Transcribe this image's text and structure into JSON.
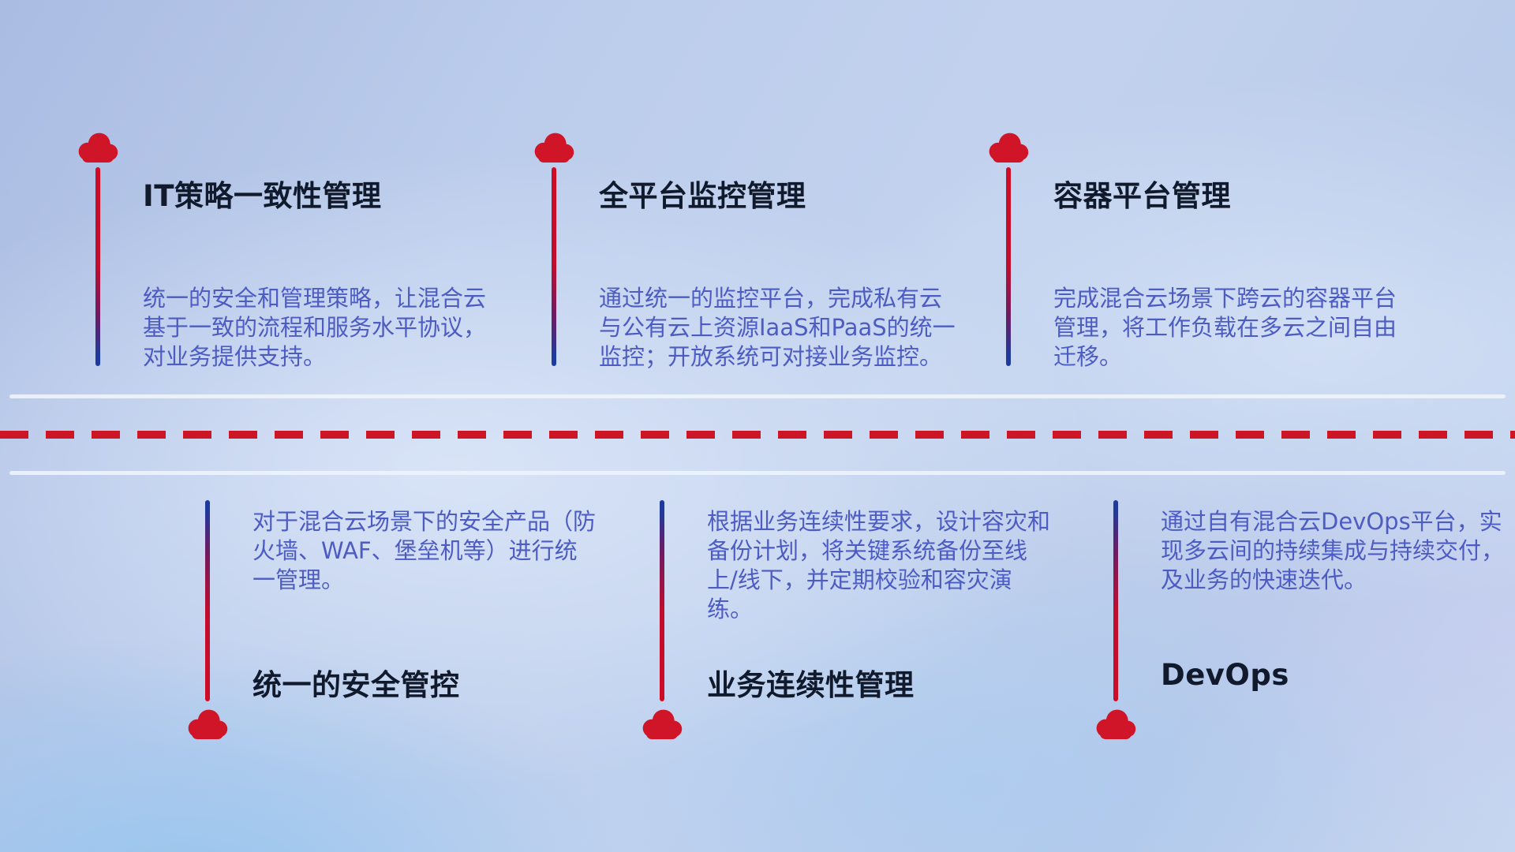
{
  "top_items": [
    {
      "title": "IT策略一致性管理",
      "desc": "统一的安全和管理策略，让混合云基于一致的流程和服务水平协议，对业务提供支持。"
    },
    {
      "title": "全平台监控管理",
      "desc": "通过统一的监控平台，完成私有云与公有云上资源IaaS和PaaS的统一监控；开放系统可对接业务监控。"
    },
    {
      "title": "容器平台管理",
      "desc": "完成混合云场景下跨云的容器平台管理，将工作负载在多云之间自由迁移。"
    }
  ],
  "bottom_items": [
    {
      "title": "统一的安全管控",
      "desc": "对于混合云场景下的安全产品（防火墙、WAF、堡垒机等）进行统一管理。"
    },
    {
      "title": "业务连续性管理",
      "desc": "根据业务连续性要求，设计容灾和备份计划，将关键系统备份至线上/线下，并定期校验和容灾演练。"
    },
    {
      "title": "DevOps",
      "desc": "通过自有混合云DevOps平台，实现多云间的持续集成与持续交付，及业务的快速迭代。"
    }
  ],
  "colors": {
    "cloud_red": "#cf1527",
    "dash_red": "#cc1626",
    "connector_red": "#d00b24",
    "connector_blue": "#1e3a9e",
    "title_color": "#101a2c",
    "desc_color": "#4d5cc2",
    "divider_light": "#edf3fc",
    "background_base": "#bccdec"
  }
}
